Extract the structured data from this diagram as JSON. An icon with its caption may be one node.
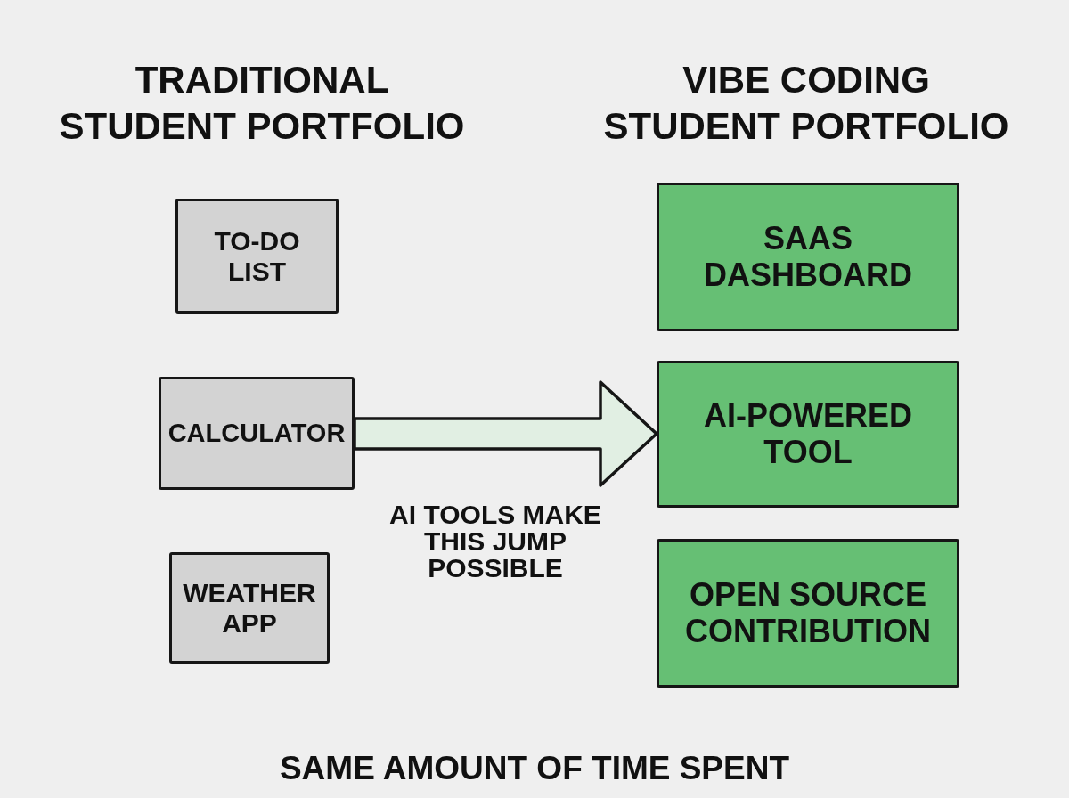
{
  "diagram": {
    "nodes": [
      {
        "text": [
          "TO-DO LIST"
        ]
      },
      {
        "text": [
          "CALCULATOR"
        ]
      },
      {
        "text": [
          "WEATHER APP"
        ]
      },
      {
        "text": [
          "SAAS DASHBOARD"
        ]
      },
      {
        "text": [
          "AI-POWERED TOOL"
        ]
      },
      {
        "text": [
          "OPEN SOURCE CONTRIBUTION"
        ]
      }
    ],
    "edges": [
      {
        "from": 1,
        "to": 4,
        "arrow": "to",
        "label": "AI TOOLS MAKE THIS JUMP POSSIBLE"
      }
    ],
    "labels": [
      "TRADITIONAL STUDENT PORTFOLIO",
      "VIBE CODING STUDENT PORTFOLIO",
      "SAME AMOUNT OF TIME SPENT"
    ]
  }
}
